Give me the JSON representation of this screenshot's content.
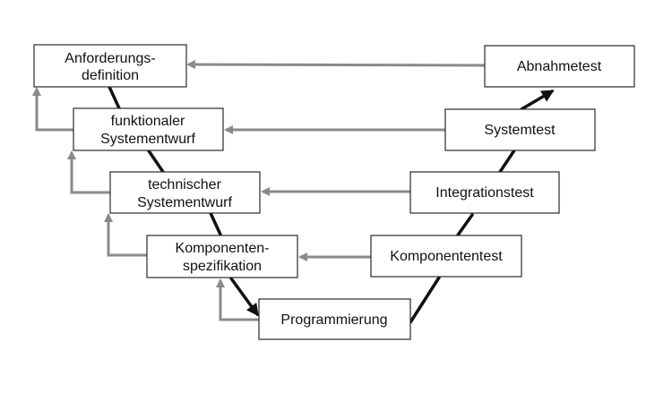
{
  "diagram": {
    "colors": {
      "box_border": "#2a2a2a",
      "v_path": "#111111",
      "feedback_arrows": "#8a8a8a"
    },
    "nodes": {
      "anforderungsdefinition": {
        "line1": "Anforderungs-",
        "line2": "definition"
      },
      "funktionaler_systementwurf": {
        "line1": "funktionaler",
        "line2": "Systementwurf"
      },
      "technischer_systementwurf": {
        "line1": "technischer",
        "line2": "Systementwurf"
      },
      "komponentenspezifikation": {
        "line1": "Komponenten-",
        "line2": "spezifikation"
      },
      "programmierung": {
        "label": "Programmierung"
      },
      "komponententest": {
        "label": "Komponententest"
      },
      "integrationstest": {
        "label": "Integrationstest"
      },
      "systemtest": {
        "label": "Systemtest"
      },
      "abnahmetest": {
        "label": "Abnahmetest"
      }
    }
  }
}
